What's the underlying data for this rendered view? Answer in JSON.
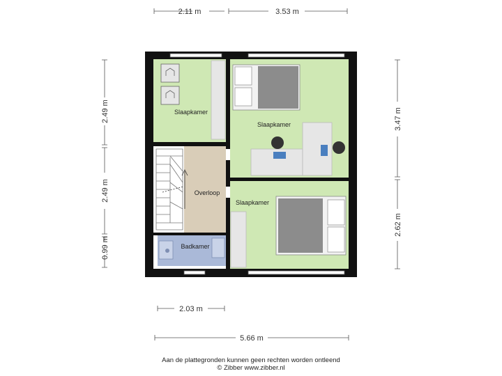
{
  "colors": {
    "wall": "#111111",
    "bedroom": "#cfe8b4",
    "hallway": "#d9cdb8",
    "bathroom": "#aab9d8",
    "dim_line": "#555555",
    "furniture": "#e6e6e6",
    "bed_cover": "#8c8c8c"
  },
  "dimensions": {
    "top_left": "2.11 m",
    "top_right": "3.53 m",
    "left_top": "2.49 m",
    "left_middle": "2.49 m",
    "left_bottom": "0.99 m",
    "right_top": "3.47 m",
    "right_bottom": "2.62 m",
    "bottom_short": "2.03 m",
    "bottom_total": "5.66 m"
  },
  "rooms": {
    "bedroom_top_left": "Slaapkamer",
    "bedroom_top_right": "Slaapkamer",
    "bedroom_bottom_right": "Slaapkamer",
    "landing": "Overloop",
    "bathroom": "Badkamer"
  },
  "footer": {
    "line1": "Aan de plattegronden kunnen geen rechten worden ontleend",
    "line2": "© Zibber www.zibber.nl"
  }
}
